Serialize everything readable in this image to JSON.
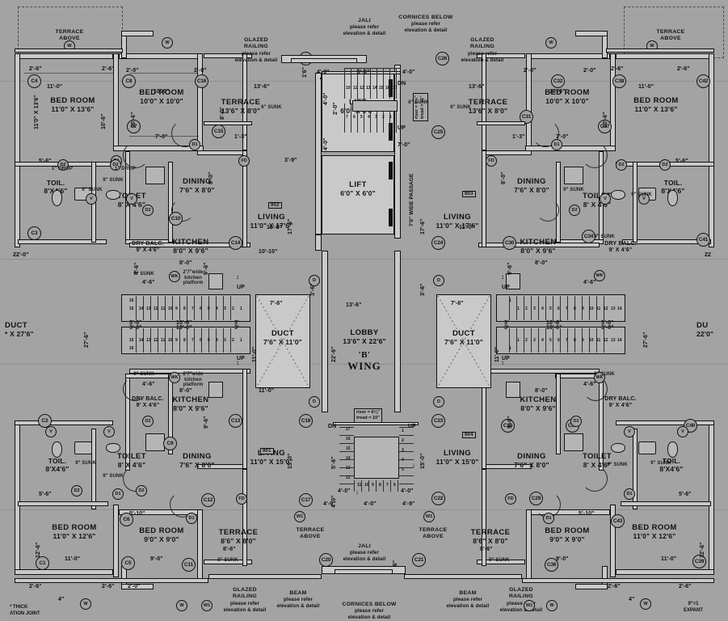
{
  "sheet": {
    "wing_title_line1": "'B'",
    "wing_title_line2": "WING",
    "lobby_name": "LOBBY",
    "lobby_size": "13'6\" X 22'6\"",
    "passage_label": "7'0\" WIDE PASSAGE"
  },
  "notes": {
    "terrace_above": "TERRACE\nABOVE",
    "glazed_railing": "GLAZED\nRAILING",
    "please_refer": "please refer",
    "elevation_detail": "elevation & detail",
    "jali": "JALI",
    "cornices_below": "CORNICES BELOW",
    "beam": "BEAM",
    "expansion_note": "9\"=1\nEXPANT",
    "thick_joint": "* THICK\nATION JOINT"
  },
  "stairs": {
    "upper": {
      "riser": "riser = 6½\"",
      "tread": "tread = 11\"",
      "dn": "DN",
      "up": "UP"
    },
    "lower": {
      "riser": "riser = 6⅛\"",
      "tread": "tread = 10\"",
      "dn": "DN",
      "up": "UP"
    },
    "side_up": "UP",
    "numbers_upper_row1": [
      "10",
      "11",
      "12",
      "13",
      "14",
      "15",
      "16",
      "17"
    ],
    "numbers_upper_row2": [
      "7",
      "6",
      "5",
      "4",
      "3",
      "2",
      "1"
    ],
    "numbers_lower_left": [
      "17",
      "16",
      "15",
      "14",
      "13",
      "12"
    ],
    "numbers_lower_right": [
      "1",
      "2",
      "3",
      "4",
      "5"
    ],
    "numbers_lower_bottom": [
      "11",
      "10",
      "9",
      "8",
      "7",
      "6"
    ],
    "flight_numbers": [
      "16",
      "15",
      "14",
      "13",
      "12",
      "11",
      "10",
      "9",
      "8",
      "7",
      "6",
      "5",
      "4",
      "3",
      "2",
      "1"
    ]
  },
  "lifts": [
    {
      "name": "LIFT",
      "size": "6'0\" X 6'0\""
    },
    {
      "name": "LIFT",
      "size": "6'0\" X 6'0\""
    }
  ],
  "ducts": {
    "center_left": {
      "name": "DUCT",
      "size": "7'6\" X 11'0\""
    },
    "center_right": {
      "name": "DUCT",
      "size": "7'6\" X 11'0\""
    },
    "left_edge": {
      "name": "DUCT",
      "size": "* X 27'6\""
    },
    "right_edge": {
      "name": "DU",
      "size": "22'0\""
    }
  },
  "flats": [
    {
      "number": "902",
      "quadrant": "top-left",
      "rooms": [
        {
          "name": "BED ROOM",
          "size": "11'0\" X 13'6\""
        },
        {
          "name": "BED ROOM",
          "size": "10'0\" X 10'0\""
        },
        {
          "name": "LIVING",
          "size": "11'0\" X 17'6\""
        },
        {
          "name": "DINING",
          "size": "7'6\" X 8'0\""
        },
        {
          "name": "KITCHEN",
          "size": "8'0\" X 9'6\""
        },
        {
          "name": "TOILET",
          "size": "8' X 4'6\""
        },
        {
          "name": "TOIL.",
          "size": "8'X4'6\""
        },
        {
          "name": "DRY BALC.",
          "size": "9' X 4'6\""
        },
        {
          "name": "TERRACE",
          "size": "13'6\" X 8'0\""
        }
      ]
    },
    {
      "number": "903",
      "quadrant": "top-right",
      "rooms": [
        {
          "name": "BED ROOM",
          "size": "11'0\" X 13'6\""
        },
        {
          "name": "BED ROOM",
          "size": "10'0\" X 10'0\""
        },
        {
          "name": "LIVING",
          "size": "11'0\" X 17'6\""
        },
        {
          "name": "DINING",
          "size": "7'6\" X 8'0\""
        },
        {
          "name": "KITCHEN",
          "size": "8'0\" X 9'6\""
        },
        {
          "name": "TOILET",
          "size": "8' X 4'6\""
        },
        {
          "name": "TOIL.",
          "size": "8'X4'6\""
        },
        {
          "name": "DRY BALC.",
          "size": "9' X 4'6\""
        },
        {
          "name": "TERRACE",
          "size": "13'6\" X 8'0\""
        }
      ]
    },
    {
      "number": "901",
      "quadrant": "bottom-left",
      "rooms": [
        {
          "name": "BED ROOM",
          "size": "11'0\" X 12'6\""
        },
        {
          "name": "BED ROOM",
          "size": "9'0\" X 9'0\""
        },
        {
          "name": "LIVING",
          "size": "11'0\" X 15'0\""
        },
        {
          "name": "DINING",
          "size": "7'6\" X 8'0\""
        },
        {
          "name": "KITCHEN",
          "size": "8'0\" X 9'6\""
        },
        {
          "name": "TOILET",
          "size": "8' X 4'6\""
        },
        {
          "name": "TOIL.",
          "size": "8'X4'6\""
        },
        {
          "name": "DRY BALC.",
          "size": "9' X 4'6\""
        },
        {
          "name": "TERRACE",
          "size": "8'6\" X 8'0\""
        }
      ]
    },
    {
      "number": "904",
      "quadrant": "bottom-right",
      "rooms": [
        {
          "name": "BED ROOM",
          "size": "11'0\" X 12'6\""
        },
        {
          "name": "BED ROOM",
          "size": "9'0\" X 9'0\""
        },
        {
          "name": "LIVING",
          "size": "11'0\" X 15'0\""
        },
        {
          "name": "DINING",
          "size": "7'6\" X 8'0\""
        },
        {
          "name": "KITCHEN",
          "size": "8'0\" X 9'6\""
        },
        {
          "name": "TOILET",
          "size": "8' X 4'6\""
        },
        {
          "name": "TOIL.",
          "size": "8'X4'6\""
        },
        {
          "name": "DRY BALC.",
          "size": "9' X 4'6\""
        },
        {
          "name": "TERRACE",
          "size": "8'6\" X 8'0\""
        }
      ]
    }
  ],
  "terraces": {
    "bottom_left_above": "TERRACE\nABOVE",
    "bottom_right_above": "TERRACE\nABOVE"
  },
  "small_labels": {
    "sunk9": "9\" SUNK",
    "sunk6": "6\" SUNK",
    "drop1": "1\" DROP",
    "wk": "WK",
    "v": "V",
    "w": "W",
    "w1": "W1",
    "fd": "FD",
    "d": "D",
    "d1": "D1",
    "d2": "D2",
    "kitchen_platform": "2'7\"wide\nkitchen\nplatform"
  },
  "column_tags_left": [
    "C1",
    "C2",
    "C3",
    "C4",
    "C5",
    "C6",
    "C7",
    "C8",
    "C9",
    "C10",
    "C11",
    "C12",
    "C13",
    "C14",
    "C15",
    "C16",
    "C17",
    "C18",
    "C19",
    "C20",
    "C21",
    "C22",
    "C23",
    "C24",
    "C25",
    "C26"
  ],
  "column_tags_right": [
    "C28",
    "C29",
    "C30",
    "C31",
    "C32",
    "C33",
    "C34",
    "C36",
    "C37",
    "C38",
    "C39",
    "C40",
    "C41",
    "C42",
    "C43"
  ],
  "dimensions": {
    "left_edge_22": "22'-0\"",
    "left_edge_276": "27'-6\"",
    "right_edge_276": "27'-6\"",
    "top_11": "11'-0\"",
    "top_10": "10'-0\"",
    "top_136": "13'-6\"",
    "d_136": "13'-6\"",
    "d_76": "7'-6\"",
    "d_110": "11'-0\"",
    "d_226": "22'-6\"",
    "d_1010": "10'-10\"",
    "d_80": "8'-0\"",
    "d_70": "7'-0\"",
    "d_56": "5'-6\"",
    "d_46": "4'-6\"",
    "d_40": "4'-0\"",
    "d_30": "3'-0\"",
    "d_106": "10'-6\"",
    "d_39": "3'-9\"",
    "d_36": "3'-6\"",
    "d_26": "2'-6\"",
    "d_20": "2'-0\"",
    "d_13": "1'-3\"",
    "d_86": "8'-6\"",
    "d_90": "9'-0\"",
    "d_510": "5'-10\"",
    "d_49": "4'-9\"",
    "d_56b": "5'-6\"",
    "d_176": "17'-6\"",
    "d_150": "15'-0\"",
    "d_126": "12'-6\"",
    "d_96": "9'-6\"",
    "d_16": "1'6\"",
    "d_4in": "4\"",
    "d_9in": "9\"",
    "d_60": "6'-0\""
  }
}
